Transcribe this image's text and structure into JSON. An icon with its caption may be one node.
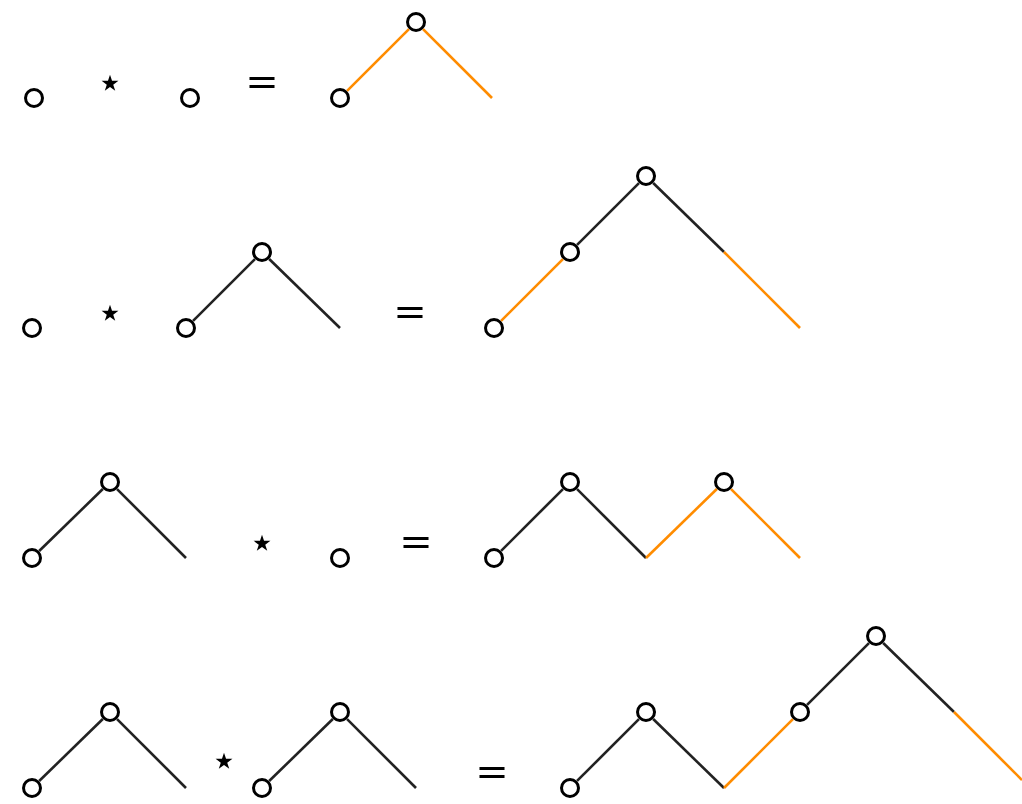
{
  "diagram": {
    "nodes": [
      {
        "text": [],
        "shape": "circle"
      },
      {
        "text": [],
        "shape": "circle"
      },
      {
        "text": [],
        "shape": "circle"
      },
      {
        "text": [],
        "shape": "circle"
      },
      {
        "text": [],
        "shape": "circle"
      },
      {
        "text": [],
        "shape": "circle"
      },
      {
        "text": [],
        "shape": "circle"
      },
      {
        "text": [],
        "shape": "circle"
      },
      {
        "text": [],
        "shape": "circle"
      },
      {
        "text": [],
        "shape": "circle"
      },
      {
        "text": [],
        "shape": "circle"
      },
      {
        "text": [],
        "shape": "circle"
      },
      {
        "text": [],
        "shape": "circle"
      },
      {
        "text": [],
        "shape": "circle"
      },
      {
        "text": [],
        "shape": "circle"
      },
      {
        "text": [],
        "shape": "circle"
      },
      {
        "text": [],
        "shape": "circle"
      },
      {
        "text": [],
        "shape": "circle"
      },
      {
        "text": [],
        "shape": "circle"
      },
      {
        "text": [],
        "shape": "circle"
      },
      {
        "text": [],
        "shape": "circle"
      },
      {
        "text": [],
        "shape": "circle"
      },
      {
        "text": [],
        "shape": "circle"
      },
      {
        "text": [],
        "shape": "circle"
      }
    ],
    "edges": [
      {
        "from": 2,
        "to": 3,
        "arrow": "none",
        "color": "#ff8c00"
      },
      {
        "from": 3,
        "to": null,
        "arrow": "none",
        "color": "#ff8c00"
      },
      {
        "from": 5,
        "to": 6,
        "arrow": "none"
      },
      {
        "from": 6,
        "to": null,
        "arrow": "none"
      },
      {
        "from": 7,
        "to": 8,
        "arrow": "none",
        "color": "#ff8c00"
      },
      {
        "from": 8,
        "to": 9,
        "arrow": "none"
      },
      {
        "from": 9,
        "to": null,
        "arrow": "none"
      },
      {
        "from": 10,
        "to": 11,
        "arrow": "none"
      },
      {
        "from": 11,
        "to": null,
        "arrow": "none"
      },
      {
        "from": 13,
        "to": 14,
        "arrow": "none"
      },
      {
        "from": 14,
        "to": null,
        "arrow": "none"
      },
      {
        "from": null,
        "to": 15,
        "arrow": "none",
        "color": "#ff8c00"
      },
      {
        "from": 15,
        "to": null,
        "arrow": "none",
        "color": "#ff8c00"
      },
      {
        "from": 16,
        "to": 17,
        "arrow": "none"
      },
      {
        "from": 17,
        "to": null,
        "arrow": "none"
      },
      {
        "from": 18,
        "to": 19,
        "arrow": "none"
      },
      {
        "from": 19,
        "to": null,
        "arrow": "none"
      },
      {
        "from": 20,
        "to": 21,
        "arrow": "none"
      },
      {
        "from": 21,
        "to": null,
        "arrow": "none"
      },
      {
        "from": null,
        "to": 22,
        "arrow": "none",
        "color": "#ff8c00"
      },
      {
        "from": 22,
        "to": 23,
        "arrow": "none"
      },
      {
        "from": 23,
        "to": null,
        "arrow": "none"
      }
    ],
    "labels": [
      "⋆",
      "=",
      "⋆",
      "=",
      "⋆",
      "=",
      "⋆",
      "="
    ]
  }
}
